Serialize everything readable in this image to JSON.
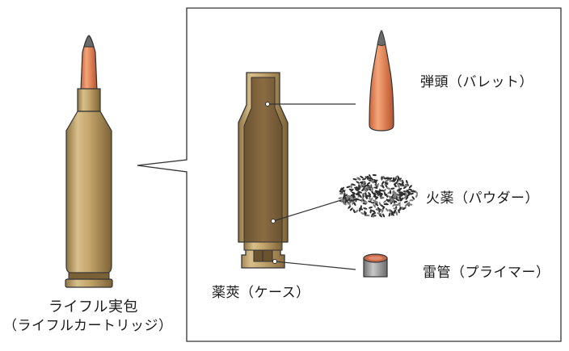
{
  "cartridge": {
    "name": "ライフル実包",
    "subname": "（ライフルカートリッジ）"
  },
  "parts": {
    "case": "薬莢（ケース）",
    "bullet": "弾頭（バレット）",
    "powder": "火薬（パウダー）",
    "primer": "雷管（プライマー）"
  },
  "colors": {
    "brass": "#b8995c",
    "brass_dark": "#8a6f3c",
    "bullet_copper": "#e0855a",
    "bullet_tip": "#6a6a6a",
    "powder": "#333333",
    "primer": "#8e8e8e",
    "primer_top": "#c46a4a"
  },
  "icons": [
    "cartridge-illustration",
    "case-cutaway-illustration",
    "bullet-illustration",
    "powder-pile-illustration",
    "primer-illustration"
  ]
}
